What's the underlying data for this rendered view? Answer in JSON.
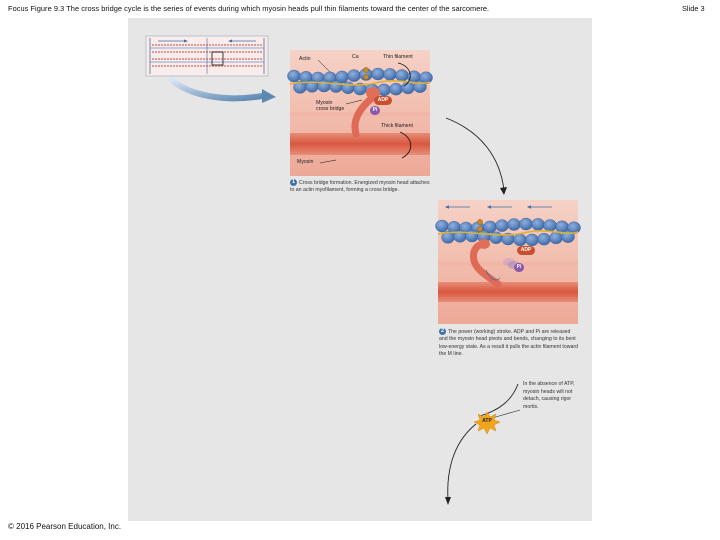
{
  "header": {
    "title": "Focus Figure 9.3 The cross bridge cycle is the series of events during which myosin heads pull thin filaments toward the center of the sarcomere.",
    "slide": "Slide 3"
  },
  "footer": {
    "copyright": "© 2016 Pearson Education, Inc."
  },
  "labels": {
    "actin": "Actin",
    "ca": "Ca",
    "thin_filament": "Thin filament",
    "adp": "ADP",
    "pi": "Pi",
    "myosin_cross_bridge": "Myosin\ncross bridge",
    "thick_filament": "Thick filament",
    "myosin": "Myosin",
    "adp2": "ADP",
    "pi2": "Pi",
    "atp": "ATP"
  },
  "steps": [
    {
      "number": "1",
      "text": "Cross bridge formation. Energized myosin head attaches to an actin myofilament, forming a cross bridge."
    },
    {
      "number": "2",
      "text": "The power (working) stroke. ADP and Pi are released and the myosin head pivots and bends, changing to its bent low-energy state. As a result it pulls the actin filament toward the M line."
    }
  ],
  "note": "In the absence of ATP, myosin heads will not detach, causing rigor mortis.",
  "colors": {
    "actin": "#4b78b8",
    "muscle": "#e07462",
    "adp": "#c8502f",
    "pi": "#8a5aa8",
    "atp": "#f2a51c",
    "badge": "#3d72a8"
  }
}
